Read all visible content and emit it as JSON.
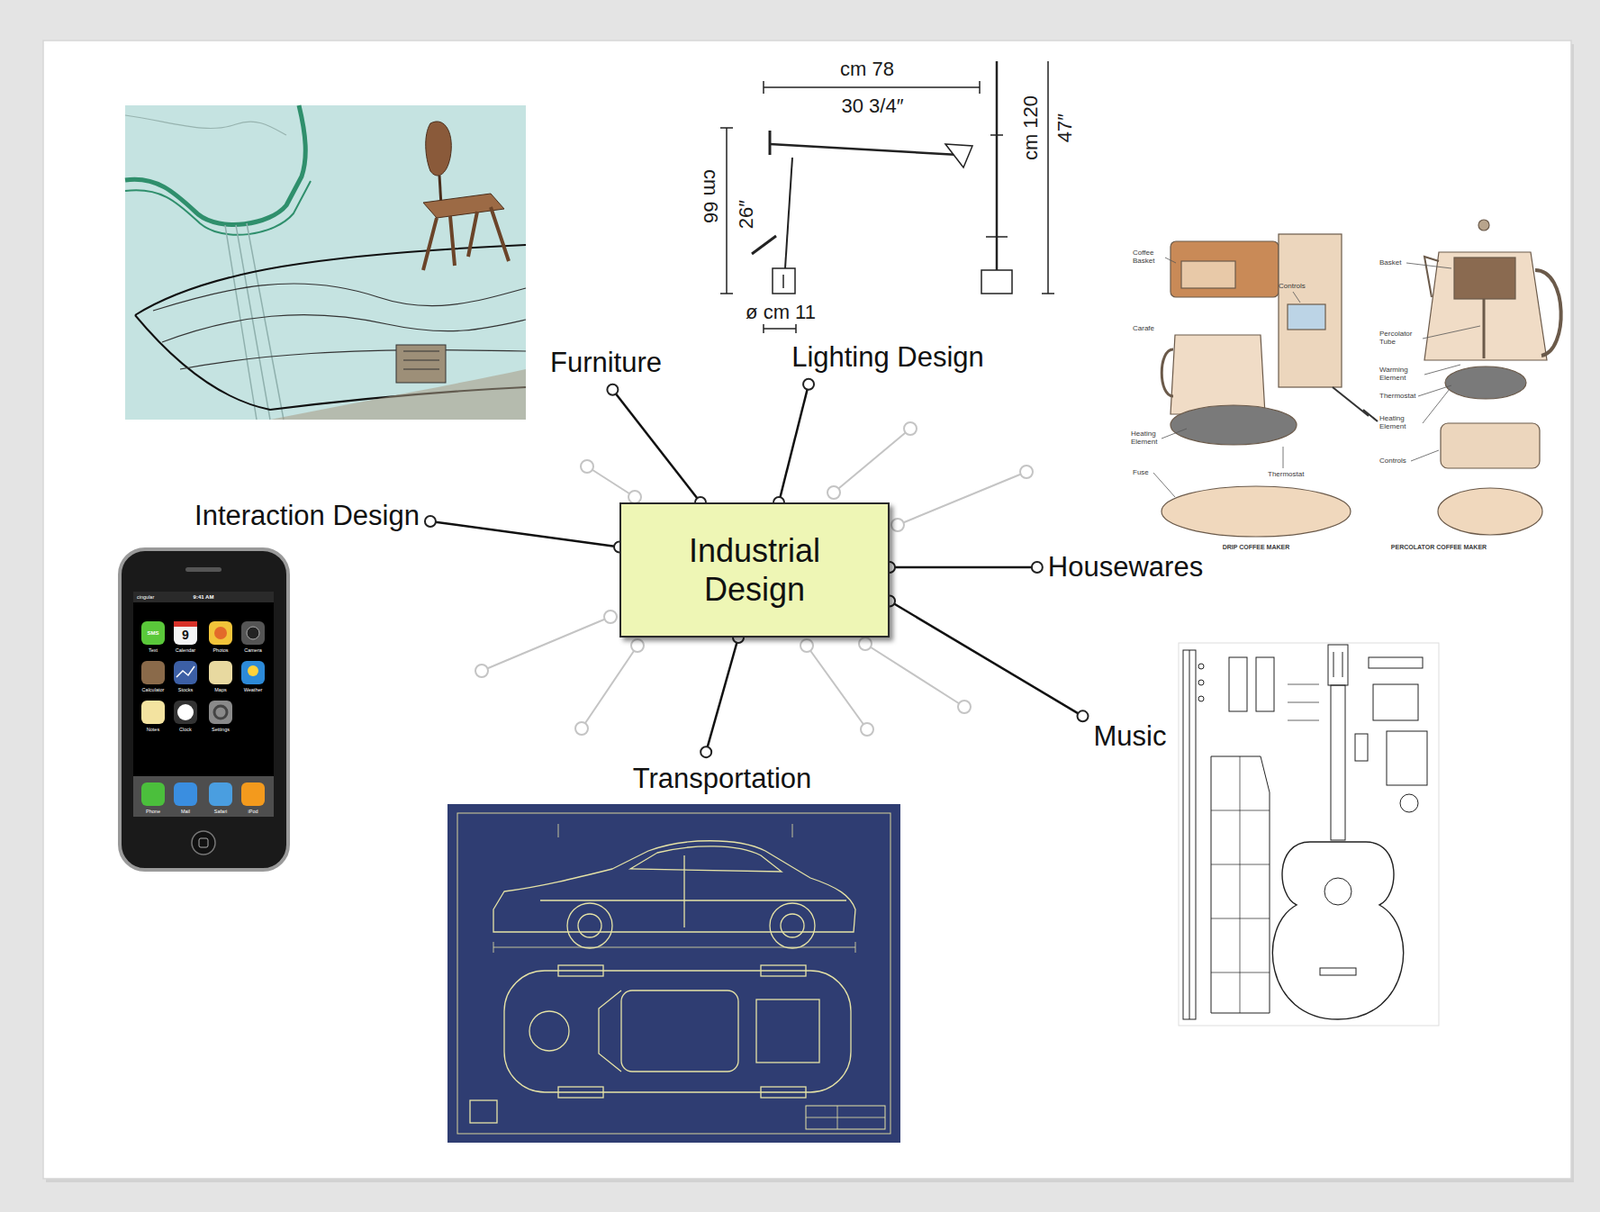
{
  "diagram": {
    "nodes": [
      {
        "text": [
          "Industrial Design"
        ]
      },
      {
        "text": [
          "Furniture"
        ]
      },
      {
        "text": [
          "Lighting Design"
        ]
      },
      {
        "text": [
          "Interaction Design"
        ]
      },
      {
        "text": [
          "Housewares"
        ]
      },
      {
        "text": [
          "Music"
        ]
      },
      {
        "text": [
          "Transportation"
        ]
      }
    ],
    "edges": [
      {
        "from": 0,
        "to": 1,
        "arrow": "none"
      },
      {
        "from": 0,
        "to": 2,
        "arrow": "none"
      },
      {
        "from": 0,
        "to": 3,
        "arrow": "none"
      },
      {
        "from": 0,
        "to": 4,
        "arrow": "none"
      },
      {
        "from": 0,
        "to": 5,
        "arrow": "none"
      },
      {
        "from": 0,
        "to": 6,
        "arrow": "none"
      }
    ],
    "labels": [
      "cm 78",
      "30 3/4″",
      "cm 120",
      "47″",
      "cm 66",
      "26″",
      "ø cm 11",
      "Coffee Basket",
      "Controls",
      "Carafe",
      "Heating Element",
      "Fuse",
      "Thermostat",
      "DRIP COFFEE MAKER",
      "Basket",
      "Percolator Tube",
      "Warming Element",
      "Thermostat",
      "Heating Element",
      "Controls",
      "PERCOLATOR COFFEE MAKER",
      "cingular",
      "9:41 AM",
      "SMS",
      "Text",
      "9",
      "Calendar",
      "Photos",
      "Camera",
      "Calculator",
      "Stocks",
      "Maps",
      "Weather",
      "Notes",
      "Clock",
      "Settings",
      "Phone",
      "Mail",
      "Safari",
      "iPod"
    ]
  }
}
